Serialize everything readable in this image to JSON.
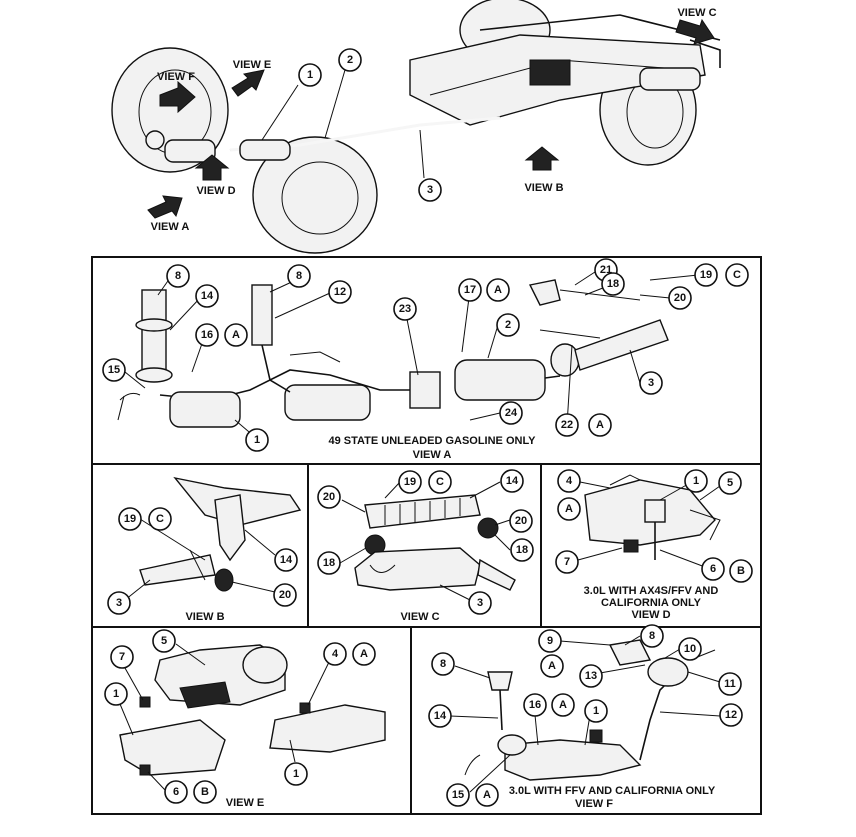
{
  "overview": {
    "view_labels": [
      "VIEW F",
      "VIEW E",
      "VIEW D",
      "VIEW A",
      "VIEW B",
      "VIEW C"
    ],
    "callouts": [
      "1",
      "2",
      "3"
    ]
  },
  "panels": {
    "a": {
      "caption_line1": "49 STATE UNLEADED GASOLINE ONLY",
      "caption_line2": "VIEW A",
      "callouts": [
        "8",
        "14",
        "16",
        "A",
        "15",
        "1",
        "8",
        "12",
        "23",
        "17",
        "A",
        "2",
        "21",
        "19",
        "C",
        "18",
        "20",
        "3",
        "24",
        "22",
        "A"
      ]
    },
    "b": {
      "caption": "VIEW B",
      "callouts": [
        "19",
        "C",
        "14",
        "3",
        "20"
      ]
    },
    "c": {
      "caption": "VIEW C",
      "callouts": [
        "20",
        "19",
        "C",
        "14",
        "20",
        "18",
        "18",
        "3"
      ]
    },
    "d": {
      "caption_line1": "3.0L WITH AX4S/FFV AND",
      "caption_line2": "CALIFORNIA ONLY",
      "caption_line3": "VIEW D",
      "callouts": [
        "4",
        "A",
        "1",
        "5",
        "7",
        "6",
        "B"
      ]
    },
    "e": {
      "caption": "VIEW E",
      "callouts": [
        "7",
        "5",
        "4",
        "A",
        "1",
        "1",
        "6",
        "B"
      ]
    },
    "f": {
      "caption_line1": "3.0L WITH FFV AND CALIFORNIA ONLY",
      "caption_line2": "VIEW F",
      "callouts": [
        "9",
        "8",
        "10",
        "A",
        "13",
        "11",
        "8",
        "16",
        "A",
        "1",
        "12",
        "14",
        "15",
        "A"
      ]
    }
  }
}
